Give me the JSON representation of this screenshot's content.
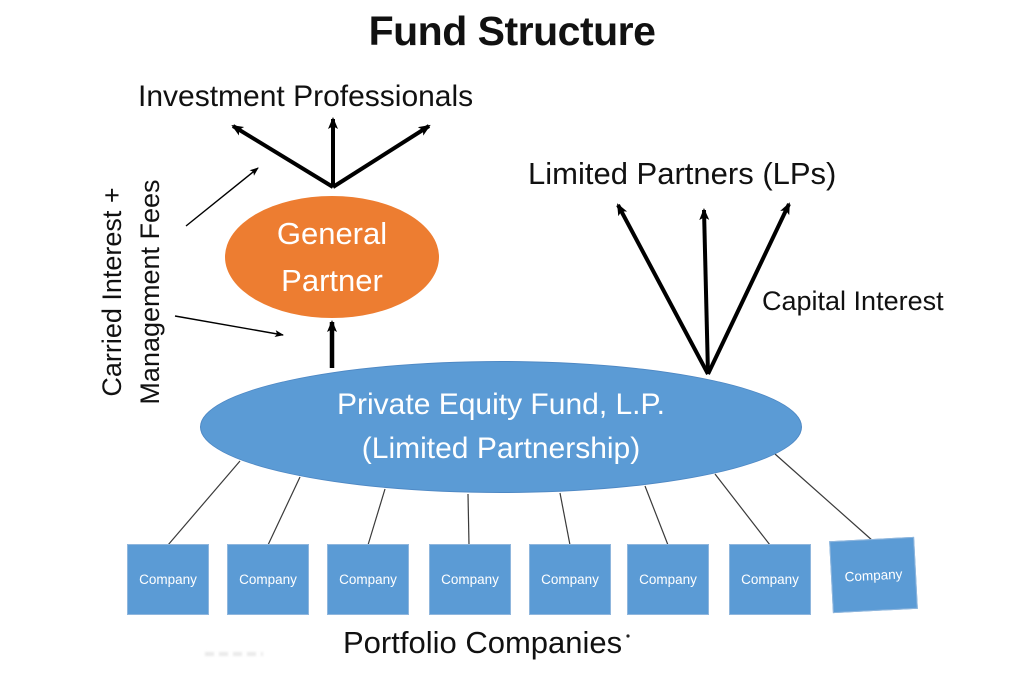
{
  "title": "Fund Structure",
  "labels": {
    "investment_professionals": "Investment Professionals",
    "limited_partners": "Limited Partners (LPs)",
    "capital_interest": "Capital Interest",
    "carried_interest": {
      "line1": "Carried Interest +",
      "line2": "Management Fees"
    },
    "portfolio_companies": "Portfolio Companies"
  },
  "nodes": {
    "general_partner": {
      "line1": "General",
      "line2": "Partner",
      "fill": "#ED7D31"
    },
    "fund": {
      "line1": "Private Equity Fund, L.P.",
      "line2": "(Limited Partnership)",
      "fill": "#5B9BD5"
    }
  },
  "companies": [
    "Company",
    "Company",
    "Company",
    "Company",
    "Company",
    "Company",
    "Company",
    "Company"
  ],
  "colors": {
    "arrow": "#000000",
    "connector": "#3a3a3a",
    "company_fill": "#5B9BD5",
    "text": "#111111",
    "node_text": "#ffffff"
  }
}
